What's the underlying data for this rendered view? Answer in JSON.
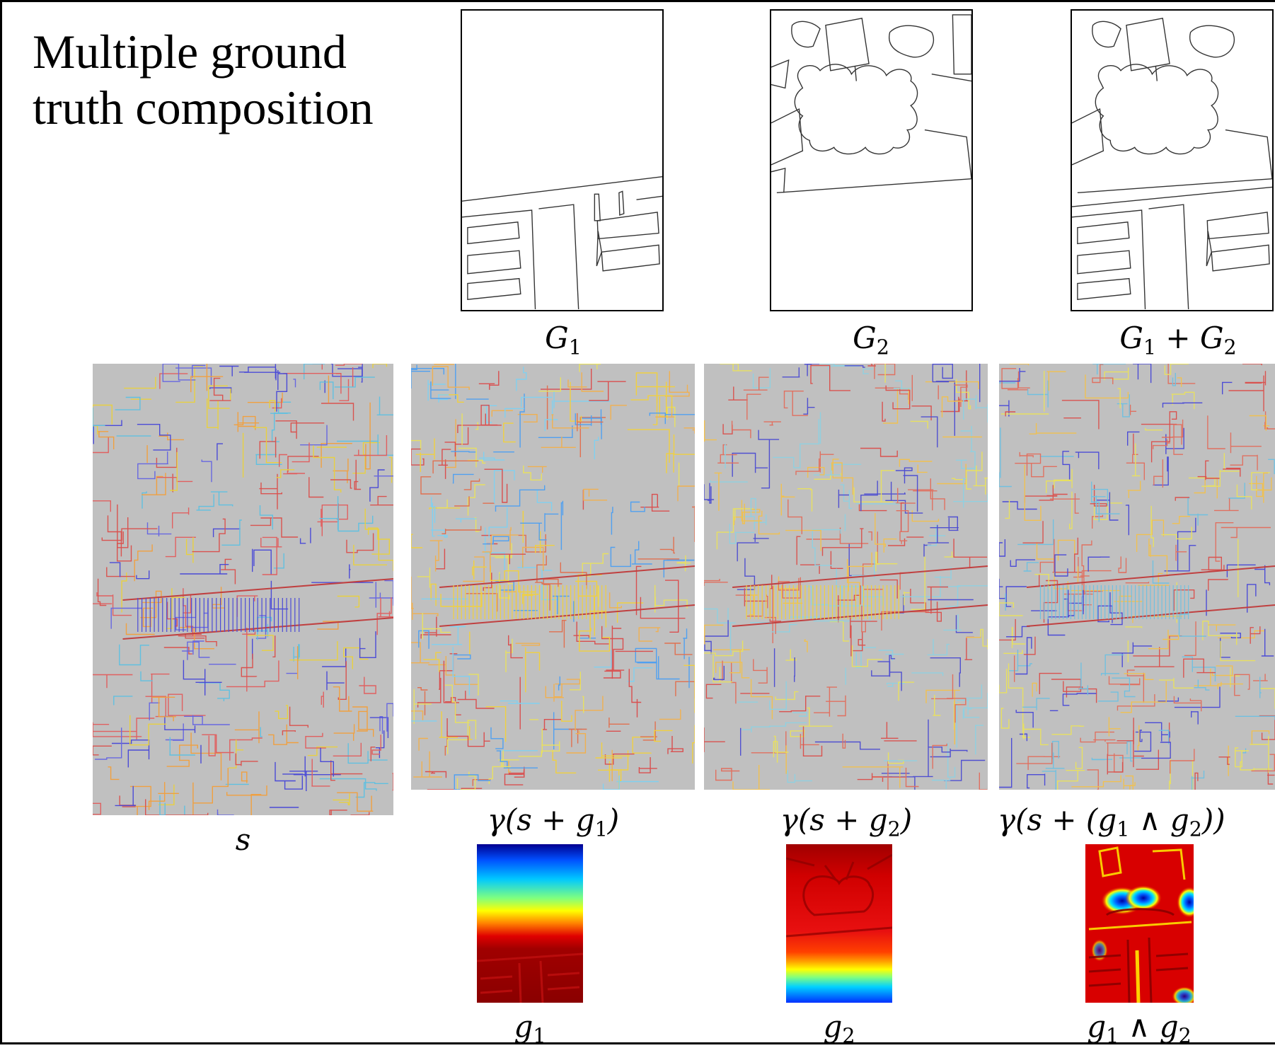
{
  "title": {
    "line1": "Multiple ground",
    "line2": "truth composition"
  },
  "ground_truth": [
    {
      "sym": "G",
      "sub": "1",
      "rest": ""
    },
    {
      "sym": "G",
      "sub": "2",
      "rest": ""
    },
    {
      "sym": "G",
      "sub": "1",
      "rest": " + G",
      "sub2": "2"
    }
  ],
  "segmentations": [
    {
      "label": "s"
    },
    {
      "label_pre": "γ(s + g",
      "sub": "1",
      "label_post": ")"
    },
    {
      "label_pre": "γ(s + g",
      "sub": "2",
      "label_post": ")"
    },
    {
      "label_pre": "γ(s + (g",
      "sub": "1",
      "label_mid": " ∧ g",
      "sub2": "2",
      "label_post": "))"
    }
  ],
  "distance_maps": [
    {
      "sym": "g",
      "sub": "1"
    },
    {
      "sym": "g",
      "sub": "2"
    },
    {
      "sym": "g",
      "sub": "1",
      "mid": " ∧ g",
      "sub2": "2"
    }
  ],
  "colors": {
    "segment_bg": "#c0c0c0",
    "contour_warm": "#d9534f",
    "contour_cool": "#4b4bd6",
    "frame": "#000000"
  }
}
